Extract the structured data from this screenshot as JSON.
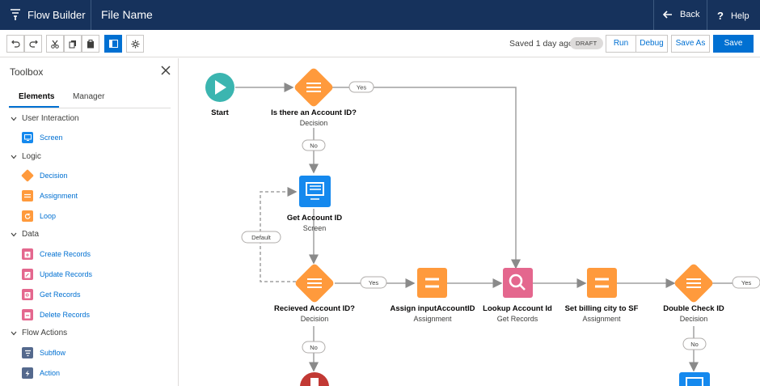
{
  "header": {
    "app_title": "Flow Builder",
    "file_name": "File Name",
    "back_label": "Back",
    "help_label": "Help"
  },
  "toolbar": {
    "buttons": [
      "undo-icon",
      "redo-icon",
      "cut-icon",
      "copy-icon",
      "paste-icon",
      "toggle-panel-icon",
      "settings-icon"
    ],
    "saved_status": "Saved 1 day ago",
    "draft_badge": "DRAFT",
    "run_label": "Run",
    "debug_label": "Debug",
    "save_as_label": "Save As",
    "save_label": "Save"
  },
  "toolbox": {
    "title": "Toolbox",
    "tabs": [
      "Elements",
      "Manager"
    ],
    "active_tab": "Elements",
    "sections": [
      {
        "label": "User Interaction",
        "items": [
          {
            "label": "Screen",
            "icon": "screen-icon",
            "color": "#1589ee"
          }
        ]
      },
      {
        "label": "Logic",
        "items": [
          {
            "label": "Decision",
            "icon": "decision-icon",
            "color": "#ff9a3c"
          },
          {
            "label": "Assignment",
            "icon": "assignment-icon",
            "color": "#ff9a3c"
          },
          {
            "label": "Loop",
            "icon": "loop-icon",
            "color": "#ff9a3c"
          }
        ]
      },
      {
        "label": "Data",
        "items": [
          {
            "label": "Create Records",
            "icon": "create-records-icon",
            "color": "#e4678e"
          },
          {
            "label": "Update Records",
            "icon": "update-records-icon",
            "color": "#e4678e"
          },
          {
            "label": "Get Records",
            "icon": "get-records-icon",
            "color": "#e4678e"
          },
          {
            "label": "Delete Records",
            "icon": "delete-records-icon",
            "color": "#e4678e"
          }
        ]
      },
      {
        "label": "Flow Actions",
        "items": [
          {
            "label": "Subflow",
            "icon": "subflow-icon",
            "color": "#54698d"
          },
          {
            "label": "Action",
            "icon": "action-icon",
            "color": "#54698d"
          }
        ]
      }
    ]
  },
  "canvas": {
    "nodes": {
      "start": {
        "label": "Start",
        "type": "",
        "icon": "play-icon",
        "color": "#3bb5b0"
      },
      "is_account": {
        "label": "Is there an Account ID?",
        "type": "Decision",
        "icon": "decision-icon",
        "color": "#ff9a3c"
      },
      "get_account": {
        "label": "Get Account ID",
        "type": "Screen",
        "icon": "screen-icon",
        "color": "#1589ee"
      },
      "received": {
        "label": "Recieved Account ID?",
        "type": "Decision",
        "icon": "decision-icon",
        "color": "#ff9a3c"
      },
      "assign_input": {
        "label": "Assign inputAccountID",
        "type": "Assignment",
        "icon": "assignment-icon",
        "color": "#ff9a3c"
      },
      "lookup": {
        "label": "Lookup Account Id",
        "type": "Get Records",
        "icon": "search-icon",
        "color": "#e4678e"
      },
      "set_billing": {
        "label": "Set billing city to SF",
        "type": "Assignment",
        "icon": "assignment-icon",
        "color": "#ff9a3c"
      },
      "double_check": {
        "label": "Double Check ID",
        "type": "Decision",
        "icon": "decision-icon",
        "color": "#ff9a3c"
      }
    },
    "connector_labels": {
      "yes_top": "Yes",
      "no_1": "No",
      "default": "Default",
      "yes_mid": "Yes",
      "no_2": "No",
      "no_3": "No",
      "yes_right": "Yes"
    }
  }
}
